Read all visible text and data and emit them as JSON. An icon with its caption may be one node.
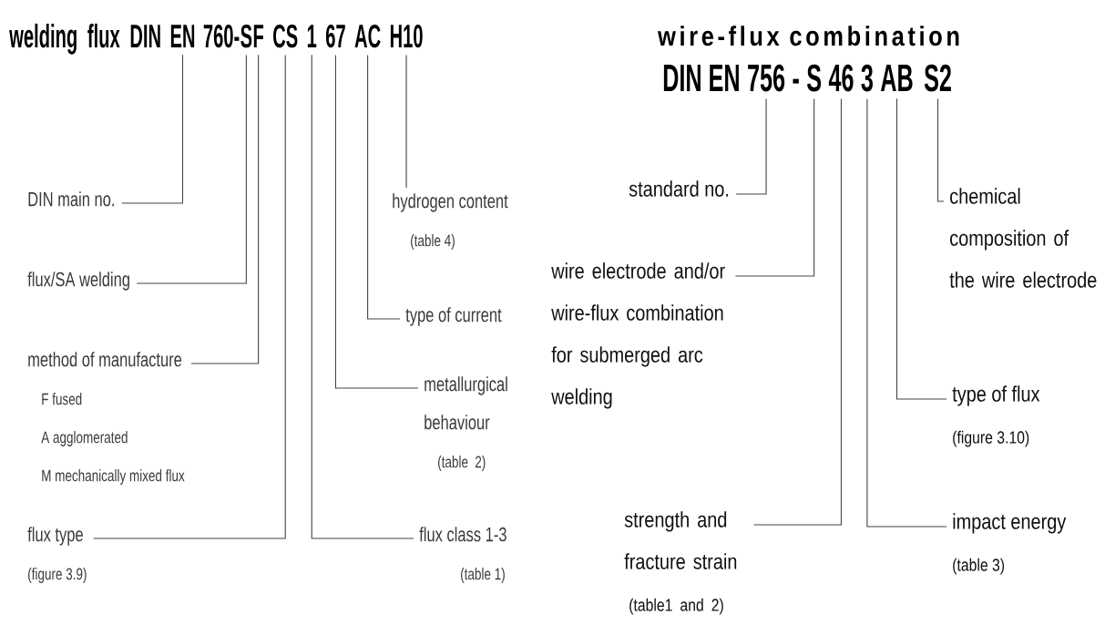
{
  "diagram": {
    "nodes": [
      {
        "text": [
          "EN"
        ]
      },
      {
        "text": [
          "S"
        ]
      },
      {
        "text": [
          "F"
        ]
      },
      {
        "text": [
          "CS"
        ]
      },
      {
        "text": [
          "1"
        ]
      },
      {
        "text": [
          "67"
        ]
      },
      {
        "text": [
          "AC"
        ]
      },
      {
        "text": [
          "H10"
        ]
      },
      {
        "text": [
          "DIN main no."
        ]
      },
      {
        "text": [
          "hydrogen content",
          "(table 4)"
        ]
      },
      {
        "text": [
          "flux/SA welding"
        ]
      },
      {
        "text": [
          "type of current"
        ]
      },
      {
        "text": [
          "method of manufacture",
          "F  fused",
          "A  agglomerated",
          "M  mechanically mixed flux"
        ]
      },
      {
        "text": [
          "metallurgical behaviour",
          "(table 2)"
        ]
      },
      {
        "text": [
          "flux type",
          "(figure 3.9)"
        ]
      },
      {
        "text": [
          "flux class 1-3",
          "(table 1)"
        ]
      },
      {
        "text": [
          "756"
        ]
      },
      {
        "text": [
          "S"
        ]
      },
      {
        "text": [
          "46"
        ]
      },
      {
        "text": [
          "3"
        ]
      },
      {
        "text": [
          "AB"
        ]
      },
      {
        "text": [
          "S2"
        ]
      },
      {
        "text": [
          "standard no."
        ]
      },
      {
        "text": [
          "chemical composition of the wire electrode"
        ]
      },
      {
        "text": [
          "wire electrode and/or wire-flux combination for submerged arc welding"
        ]
      },
      {
        "text": [
          "type of flux",
          "(figure 3.10)"
        ]
      },
      {
        "text": [
          "strength and fracture strain",
          "(table1 and 2)"
        ]
      },
      {
        "text": [
          "impact energy",
          "(table 3)"
        ]
      }
    ],
    "edges": [
      {
        "from": 8,
        "to": 0,
        "arrow": "none"
      },
      {
        "from": 9,
        "to": 7,
        "arrow": "none"
      },
      {
        "from": 10,
        "to": 1,
        "arrow": "none"
      },
      {
        "from": 11,
        "to": 6,
        "arrow": "none"
      },
      {
        "from": 12,
        "to": 2,
        "arrow": "none"
      },
      {
        "from": 13,
        "to": 5,
        "arrow": "none"
      },
      {
        "from": 14,
        "to": 3,
        "arrow": "none"
      },
      {
        "from": 15,
        "to": 4,
        "arrow": "none"
      },
      {
        "from": 22,
        "to": 16,
        "arrow": "none"
      },
      {
        "from": 23,
        "to": 21,
        "arrow": "none"
      },
      {
        "from": 24,
        "to": 17,
        "arrow": "none"
      },
      {
        "from": 25,
        "to": 20,
        "arrow": "none"
      },
      {
        "from": 26,
        "to": 18,
        "arrow": "none"
      },
      {
        "from": 27,
        "to": 19,
        "arrow": "none"
      }
    ],
    "labels": [
      "welding flux DIN",
      "760-",
      "wire-flux combination",
      "DIN EN",
      "-"
    ]
  }
}
